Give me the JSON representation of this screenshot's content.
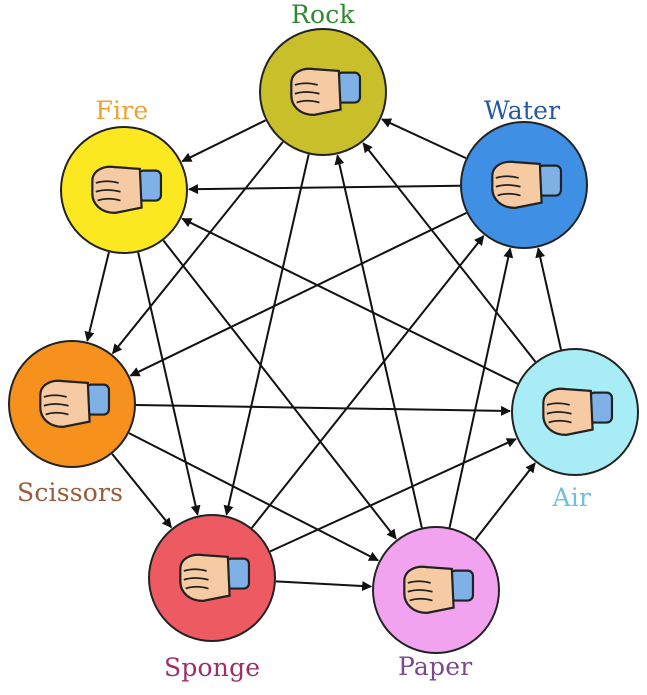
{
  "nodes": [
    {
      "id": "rock",
      "label": "Rock",
      "circle_color": "#c8bf2a",
      "label_color": "#2f8a2f",
      "icon": "fist-hand-icon"
    },
    {
      "id": "water",
      "label": "Water",
      "circle_color": "#3f8fe4",
      "label_color": "#2358a8",
      "icon": "pointing-down-hand-icon"
    },
    {
      "id": "air",
      "label": "Air",
      "circle_color": "#a8ecf6",
      "label_color": "#6fbfe0",
      "icon": "ok-sign-hand-icon"
    },
    {
      "id": "paper",
      "label": "Paper",
      "circle_color": "#f2a3f0",
      "label_color": "#7a4a8c",
      "icon": "flat-hand-icon"
    },
    {
      "id": "sponge",
      "label": "Sponge",
      "circle_color": "#ee5a62",
      "label_color": "#9a2f6a",
      "icon": "curled-fist-icon"
    },
    {
      "id": "scissors",
      "label": "Scissors",
      "circle_color": "#f7911e",
      "label_color": "#9a5a3a",
      "icon": "v-sign-hand-icon"
    },
    {
      "id": "fire",
      "label": "Fire",
      "circle_color": "#fbe821",
      "label_color": "#f0a02e",
      "icon": "three-fingers-hand-icon"
    }
  ],
  "edges": [
    {
      "from": "rock",
      "to": "fire"
    },
    {
      "from": "rock",
      "to": "scissors"
    },
    {
      "from": "rock",
      "to": "sponge"
    },
    {
      "from": "water",
      "to": "rock"
    },
    {
      "from": "water",
      "to": "fire"
    },
    {
      "from": "water",
      "to": "scissors"
    },
    {
      "from": "air",
      "to": "water"
    },
    {
      "from": "air",
      "to": "rock"
    },
    {
      "from": "air",
      "to": "fire"
    },
    {
      "from": "paper",
      "to": "air"
    },
    {
      "from": "paper",
      "to": "water"
    },
    {
      "from": "paper",
      "to": "rock"
    },
    {
      "from": "sponge",
      "to": "paper"
    },
    {
      "from": "sponge",
      "to": "air"
    },
    {
      "from": "sponge",
      "to": "water"
    },
    {
      "from": "scissors",
      "to": "sponge"
    },
    {
      "from": "scissors",
      "to": "paper"
    },
    {
      "from": "scissors",
      "to": "air"
    },
    {
      "from": "fire",
      "to": "scissors"
    },
    {
      "from": "fire",
      "to": "sponge"
    },
    {
      "from": "fire",
      "to": "paper"
    }
  ]
}
